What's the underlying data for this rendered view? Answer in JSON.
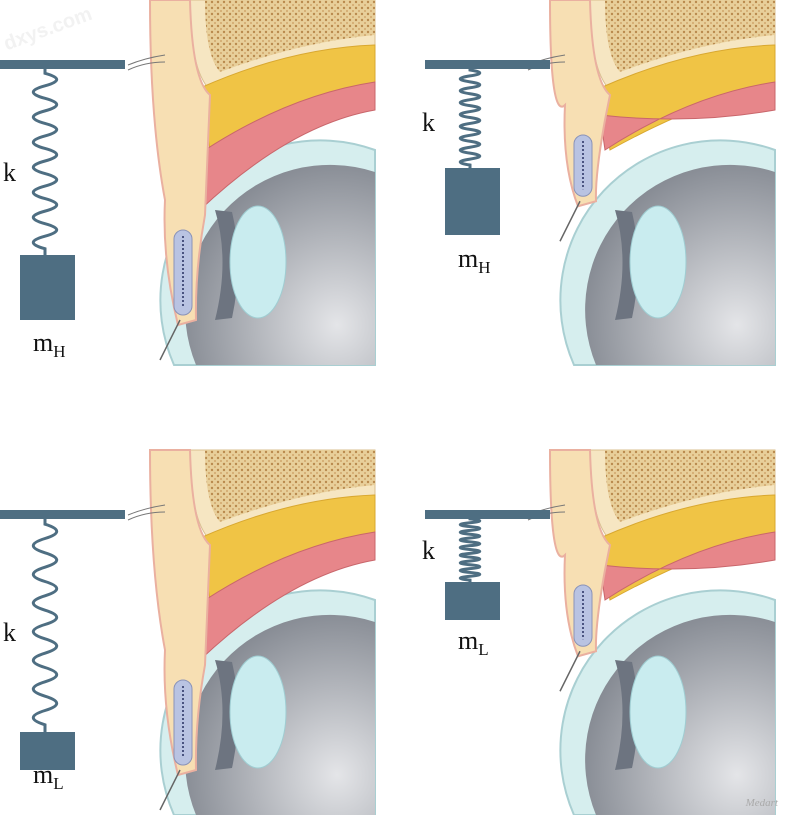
{
  "watermark": "dxys.com",
  "signature": "Medart",
  "colors": {
    "spring": "#4e6e82",
    "bone": "#f6e6c2",
    "fat": "#f0c445",
    "muscle": "#e7868a",
    "skin": "#f7dfb3",
    "tarsus": "#b9c3e2",
    "lens": "#c9ecef",
    "globe": "#9a9ea6"
  },
  "panels": [
    {
      "id": "heavy-relaxed",
      "k_label": "k",
      "mass_label": "m",
      "mass_sub": "H"
    },
    {
      "id": "heavy-open",
      "k_label": "k",
      "mass_label": "m",
      "mass_sub": "H"
    },
    {
      "id": "light-relaxed",
      "k_label": "k",
      "mass_label": "m",
      "mass_sub": "L"
    },
    {
      "id": "light-open",
      "k_label": "k",
      "mass_label": "m",
      "mass_sub": "L"
    }
  ]
}
